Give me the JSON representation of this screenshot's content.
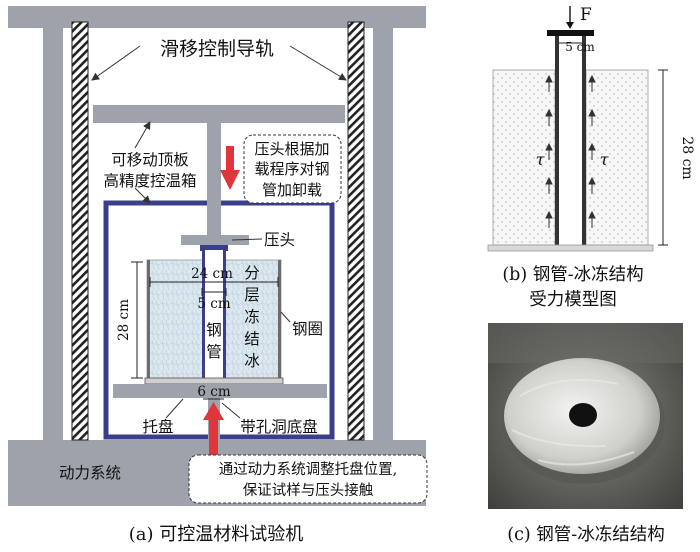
{
  "panel_a": {
    "rail_label": "滑移控制导轨",
    "top_plate_label": "可移动顶板",
    "chamber_label": "高精度控温箱",
    "load_note_line1": "压头根据加",
    "load_note_line2": "载程序对钢",
    "load_note_line3": "管加卸载",
    "indenter_label": "压头",
    "dim_24": "24 cm",
    "dim_5": "5 cm",
    "dim_28": "28 cm",
    "dim_6": "6 cm",
    "ice_label": [
      "分",
      "层",
      "冻",
      "结",
      "冰"
    ],
    "tube_label": [
      "钢",
      "管"
    ],
    "ring_label": "钢圈",
    "tray_label": "托盘",
    "base_label": "带孔洞底盘",
    "power_label": "动力系统",
    "power_note_line1": "通过动力系统调整托盘位置,",
    "power_note_line2": "保证试样与压头接触",
    "caption": "(a) 可控温材料试验机"
  },
  "panel_b": {
    "force_label": "F",
    "dim_5": "5 cm",
    "tau_left": "τ",
    "tau_right": "τ",
    "dim_28": "28 cm",
    "caption_line1": "(b) 钢管-冰冻结构",
    "caption_line2": "受力模型图"
  },
  "panel_c": {
    "caption": "(c) 钢管-冰冻结结构"
  },
  "colors": {
    "frame": "#9ea3ab",
    "chamber": "#3b3f8a",
    "arrow": "#e0353a",
    "ice": "#d8e6ee"
  }
}
